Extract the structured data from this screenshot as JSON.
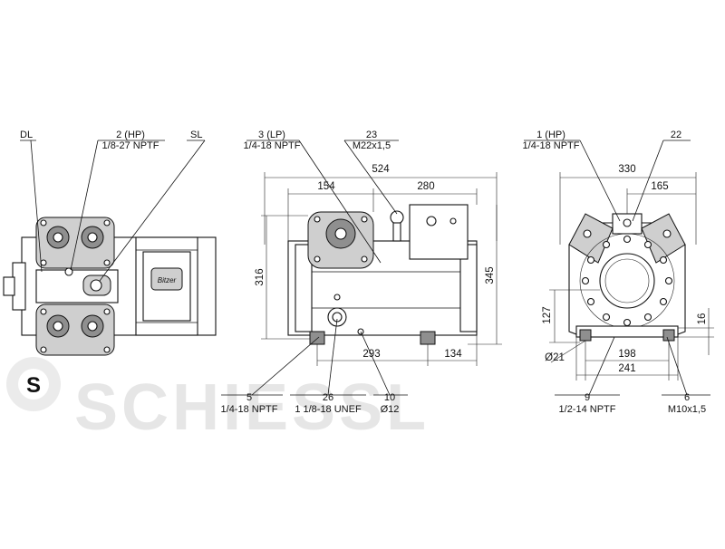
{
  "watermark": {
    "text": "SCHIESSL",
    "logo_letter": "S"
  },
  "brand_plate": {
    "text": "Bitzer"
  },
  "views": {
    "left": {
      "callouts": [
        {
          "line1": "DL",
          "line2": ""
        },
        {
          "line1": "2 (HP)",
          "line2": "1/8-27 NPTF"
        },
        {
          "line1": "SL",
          "line2": ""
        }
      ]
    },
    "middle": {
      "callouts_top": [
        {
          "line1": "3 (LP)",
          "line2": "1/4-18 NPTF"
        },
        {
          "line1": "23",
          "line2": "M22x1,5"
        }
      ],
      "callouts_bottom": [
        {
          "line1": "5",
          "line2": "1/4-18 NPTF"
        },
        {
          "line1": "26",
          "line2": "1 1/8-18 UNEF"
        },
        {
          "line1": "10",
          "line2": "Ø12"
        }
      ],
      "dimensions": {
        "overall_length": "524",
        "suction_offset": "154",
        "rear_length": "280",
        "height_left": "316",
        "height_right": "345",
        "foot_spacing": "293",
        "foot_rear": "134"
      }
    },
    "right": {
      "callouts_top": [
        {
          "line1": "1 (HP)",
          "line2": "1/4-18 NPTF"
        },
        {
          "line1": "22",
          "line2": ""
        }
      ],
      "callouts_bottom": [
        {
          "line1": "9",
          "line2": "1/2-14 NPTF"
        },
        {
          "line1": "6",
          "line2": "M10x1,5"
        }
      ],
      "dimensions": {
        "width_top": "330",
        "offset_top": "165",
        "shaft_height": "127",
        "foot_height": "16",
        "hole_diameter": "Ø21",
        "foot_hole_spacing": "198",
        "foot_width": "241"
      }
    }
  }
}
